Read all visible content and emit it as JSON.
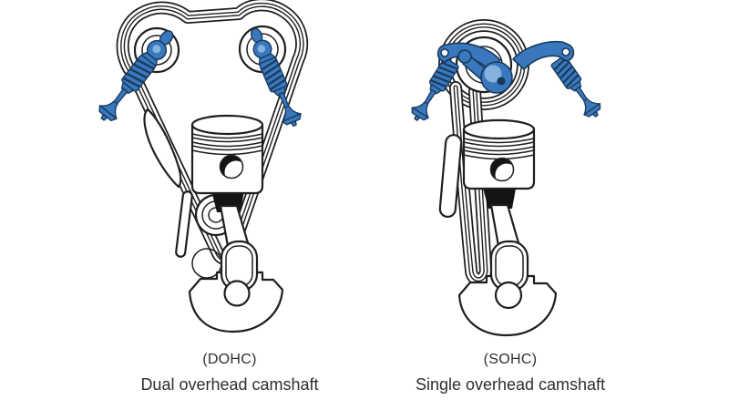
{
  "figure": {
    "type": "diagram",
    "subject": "Engine camshaft configuration comparison",
    "panels": [
      {
        "id": "dohc",
        "abbr": "(DOHC)",
        "caption": "Dual overhead camshaft",
        "parts": [
          "timing-belt",
          "camshaft-pulley-left",
          "camshaft-pulley-right",
          "cam-lobe",
          "valve-spring",
          "valve",
          "belt-tensioner-blade",
          "piston",
          "piston-pin",
          "connecting-rod",
          "crankshaft-counterweight"
        ]
      },
      {
        "id": "sohc",
        "abbr": "(SOHC)",
        "caption": "Single overhead camshaft",
        "parts": [
          "timing-belt",
          "camshaft-pulley",
          "camshaft",
          "rocker-arm-left",
          "rocker-arm-right",
          "valve-spring",
          "valve",
          "belt-tensioner",
          "piston",
          "piston-pin",
          "connecting-rod",
          "crankshaft-counterweight"
        ]
      }
    ]
  },
  "colors": {
    "background": "#ffffff",
    "line": "#1f1f1f",
    "blue": "#3a78bd",
    "blue_light": "#85b2dd",
    "blue_dark": "#17395c",
    "text": "#2e2e2e",
    "shadow": "#141414"
  }
}
